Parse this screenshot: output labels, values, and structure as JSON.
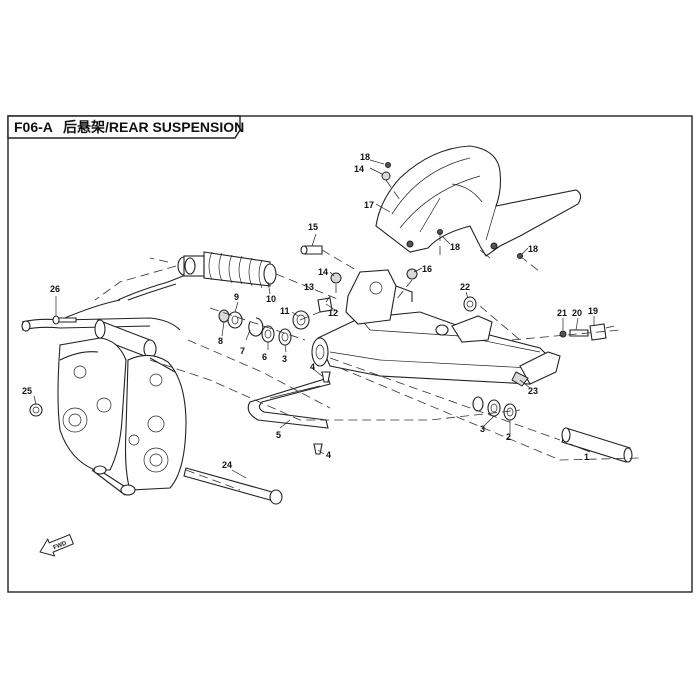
{
  "title": {
    "code": "F06-A",
    "name": "后悬架/REAR SUSPENSION"
  },
  "callouts": [
    {
      "id": "1",
      "label": "1"
    },
    {
      "id": "2",
      "label": "2"
    },
    {
      "id": "3a",
      "label": "3"
    },
    {
      "id": "3b",
      "label": "3"
    },
    {
      "id": "4a",
      "label": "4"
    },
    {
      "id": "4b",
      "label": "4"
    },
    {
      "id": "5",
      "label": "5"
    },
    {
      "id": "6",
      "label": "6"
    },
    {
      "id": "7",
      "label": "7"
    },
    {
      "id": "8",
      "label": "8"
    },
    {
      "id": "9",
      "label": "9"
    },
    {
      "id": "10",
      "label": "10"
    },
    {
      "id": "11",
      "label": "11"
    },
    {
      "id": "12",
      "label": "12"
    },
    {
      "id": "13",
      "label": "13"
    },
    {
      "id": "14a",
      "label": "14"
    },
    {
      "id": "14b",
      "label": "14"
    },
    {
      "id": "15",
      "label": "15"
    },
    {
      "id": "16",
      "label": "16"
    },
    {
      "id": "17",
      "label": "17"
    },
    {
      "id": "18a",
      "label": "18"
    },
    {
      "id": "18b",
      "label": "18"
    },
    {
      "id": "18c",
      "label": "18"
    },
    {
      "id": "19",
      "label": "19"
    },
    {
      "id": "20",
      "label": "20"
    },
    {
      "id": "21",
      "label": "21"
    },
    {
      "id": "22",
      "label": "22"
    },
    {
      "id": "23",
      "label": "23"
    },
    {
      "id": "24",
      "label": "24"
    },
    {
      "id": "25",
      "label": "25"
    },
    {
      "id": "26",
      "label": "26"
    }
  ],
  "fwd_arrow": "FWD"
}
